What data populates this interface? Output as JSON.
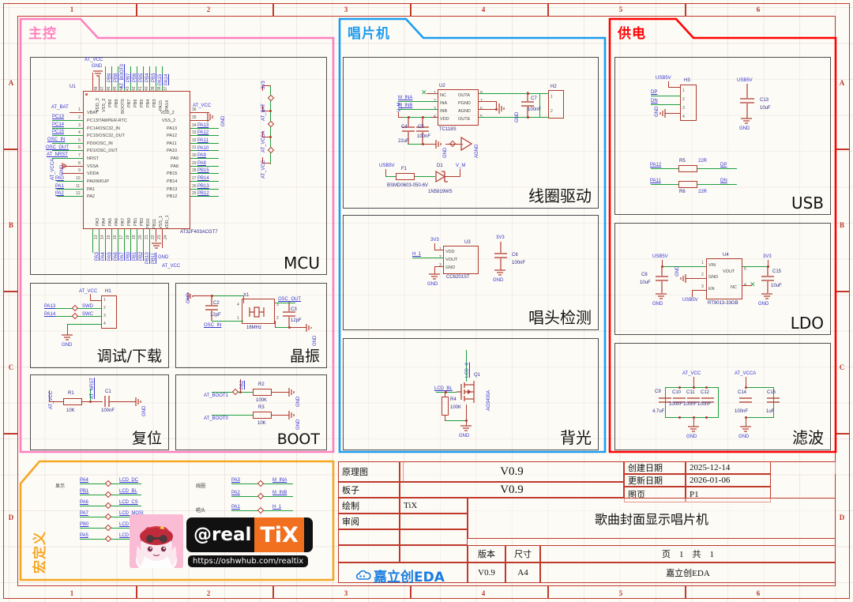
{
  "sheet": {
    "background": "#fdfbf6",
    "border_color": "#c0392b",
    "col_labels": [
      "1",
      "2",
      "3",
      "4",
      "5",
      "6"
    ],
    "row_labels": [
      "A",
      "B",
      "C",
      "D"
    ]
  },
  "groups": [
    {
      "name": "mcu-group",
      "label": "主控",
      "color": "#ff7fbf"
    },
    {
      "name": "player-group",
      "label": "唱片机",
      "color": "#1d9bf0"
    },
    {
      "name": "power-group",
      "label": "供电",
      "color": "#ff0000"
    },
    {
      "name": "macro-group",
      "label": "宏定义",
      "color": "#f5a623"
    }
  ],
  "blocks": {
    "mcu": {
      "title": "MCU"
    },
    "debug": {
      "title": "调试/下载"
    },
    "crystal": {
      "title": "晶振"
    },
    "reset": {
      "title": "复位"
    },
    "boot": {
      "title": "BOOT"
    },
    "coil": {
      "title": "线圈驱动"
    },
    "pickup": {
      "title": "唱头检测"
    },
    "backlight": {
      "title": "背光"
    },
    "usb": {
      "title": "USB"
    },
    "ldo": {
      "title": "LDO"
    },
    "filter": {
      "title": "滤波"
    }
  },
  "mcu": {
    "designator": "U1",
    "part": "AT32F403ACGT7",
    "left_pins": [
      {
        "num": "1",
        "name": "VBAT",
        "net": "AT_BAT"
      },
      {
        "num": "2",
        "name": "PC13/TAMPER-RTC",
        "net": "PC13"
      },
      {
        "num": "3",
        "name": "PC14/OSC32_IN",
        "net": "PC14"
      },
      {
        "num": "4",
        "name": "PC15/OSC32_OUT",
        "net": "PC15"
      },
      {
        "num": "5",
        "name": "PD0/OSC_IN",
        "net": "OSC_IN"
      },
      {
        "num": "6",
        "name": "PD1/OSC_OUT",
        "net": "OSC_OUT"
      },
      {
        "num": "7",
        "name": "NRST",
        "net": "AT_NRST"
      },
      {
        "num": "8",
        "name": "VSSA",
        "net": "GND"
      },
      {
        "num": "9",
        "name": "VDDA",
        "net": "AT_VCCA"
      },
      {
        "num": "10",
        "name": "PA0/WKUP",
        "net": "PA0"
      },
      {
        "num": "11",
        "name": "PA1",
        "net": "PA1"
      },
      {
        "num": "12",
        "name": "PA2",
        "net": "PA2"
      }
    ],
    "right_pins": [
      {
        "num": "36",
        "name": "VDD_2",
        "net": "AT_VCC"
      },
      {
        "num": "35",
        "name": "VSS_2",
        "net": "GND"
      },
      {
        "num": "34",
        "name": "PA13",
        "net": "PA13"
      },
      {
        "num": "33",
        "name": "PA12",
        "net": "PA12"
      },
      {
        "num": "32",
        "name": "PA11",
        "net": "PA11"
      },
      {
        "num": "31",
        "name": "PA10",
        "net": "PA10"
      },
      {
        "num": "30",
        "name": "PA9",
        "net": "PA9"
      },
      {
        "num": "29",
        "name": "PA8",
        "net": "PA8"
      },
      {
        "num": "28",
        "name": "PB15",
        "net": "PB15"
      },
      {
        "num": "27",
        "name": "PB14",
        "net": "PB14"
      },
      {
        "num": "26",
        "name": "PB13",
        "net": "PB13"
      },
      {
        "num": "25",
        "name": "PB12",
        "net": "PB12"
      }
    ],
    "top_pins": [
      {
        "num": "48",
        "name": "VDD_3",
        "net": "AT_VCC"
      },
      {
        "num": "47",
        "name": "VSS_3",
        "net": "GND"
      },
      {
        "num": "46",
        "name": "PB9",
        "net": "PB9"
      },
      {
        "num": "45",
        "name": "PB8",
        "net": "PB8"
      },
      {
        "num": "44",
        "name": "BOOT0",
        "net": "AT_BOOT0"
      },
      {
        "num": "43",
        "name": "PB7",
        "net": "PB7"
      },
      {
        "num": "42",
        "name": "PB6",
        "net": "PB6"
      },
      {
        "num": "41",
        "name": "PB5",
        "net": "PB5"
      },
      {
        "num": "40",
        "name": "PB4",
        "net": "PB4"
      },
      {
        "num": "39",
        "name": "PB3",
        "net": "PB3"
      },
      {
        "num": "38",
        "name": "PA15",
        "net": "PA15"
      },
      {
        "num": "37",
        "name": "PA14",
        "net": "PA14"
      }
    ],
    "bottom_pins": [
      {
        "num": "13",
        "name": "PA3",
        "net": "PA3"
      },
      {
        "num": "14",
        "name": "PA4",
        "net": "PA4"
      },
      {
        "num": "15",
        "name": "PA5",
        "net": "PA5"
      },
      {
        "num": "16",
        "name": "PA6",
        "net": "PA6"
      },
      {
        "num": "17",
        "name": "PA7",
        "net": "PA7"
      },
      {
        "num": "18",
        "name": "PB0",
        "net": "PB0"
      },
      {
        "num": "19",
        "name": "PB1",
        "net": "PB1"
      },
      {
        "num": "20",
        "name": "PB2",
        "net": "PB2"
      },
      {
        "num": "21",
        "name": "PB10",
        "net": "PB10"
      },
      {
        "num": "22",
        "name": "PB11",
        "net": "PB11"
      },
      {
        "num": "23",
        "name": "VSS_1",
        "net": "GND"
      },
      {
        "num": "24",
        "name": "VDD_1",
        "net": "AT_VCC"
      }
    ],
    "power_rail": [
      "3V3",
      "AT_BAT",
      "AT_VCCA",
      "AT_VCC"
    ]
  },
  "debug": {
    "connector": "H1",
    "power": "AT_VCC",
    "rows": [
      {
        "net": "PA13",
        "signal": "SWD",
        "pin": "2"
      },
      {
        "net": "PA14",
        "signal": "SWC",
        "pin": "3"
      }
    ],
    "gnd": "GND",
    "pins": [
      "1",
      "2",
      "3",
      "4"
    ]
  },
  "crystal": {
    "designator": "X1",
    "freq": "16MHz",
    "caps": [
      {
        "ref": "C2",
        "value": "12pF"
      },
      {
        "ref": "C3",
        "value": "12pF"
      }
    ],
    "nets": [
      "OSC_IN",
      "OSC_OUT",
      "GND"
    ]
  },
  "reset": {
    "resistor": {
      "ref": "R1",
      "value": "10K"
    },
    "cap": {
      "ref": "C1",
      "value": "100nF"
    },
    "nets": [
      "AT_VCC",
      "AT_NRST",
      "GND"
    ]
  },
  "boot": {
    "rows": [
      {
        "net": "AT_BOOT1",
        "ref": "R2",
        "value": "100K",
        "gnd": "GND",
        "tap": "PB2"
      },
      {
        "net": "AT_BOOT0",
        "ref": "R3",
        "value": "10K",
        "gnd": "GND"
      }
    ]
  },
  "coil": {
    "ic": {
      "designator": "U2",
      "part": "TC118S",
      "left_pins": [
        {
          "num": "1",
          "name": "NC"
        },
        {
          "num": "2",
          "name": "INA"
        },
        {
          "num": "3",
          "name": "INB"
        },
        {
          "num": "4",
          "name": "VDD"
        }
      ],
      "right_pins": [
        {
          "num": "8",
          "name": "OUTA"
        },
        {
          "num": "7",
          "name": "PGND"
        },
        {
          "num": "6",
          "name": "AGND"
        },
        {
          "num": "5",
          "name": "OUTE"
        }
      ]
    },
    "input_nets": [
      "M_INA",
      "M_INB"
    ],
    "supply_net": "V_M",
    "caps": [
      {
        "ref": "C4",
        "value": "22uF"
      },
      {
        "ref": "C5",
        "value": "100nF"
      },
      {
        "ref": "C7",
        "value": "100nF"
      }
    ],
    "connector": {
      "ref": "H2",
      "pins": [
        "1",
        "2"
      ]
    },
    "gnd_sym": "GND",
    "agnd_sym": "AGND",
    "protection": {
      "fuse": {
        "ref": "F1",
        "part": "BSMD0603-050-6V"
      },
      "diode": {
        "ref": "D1",
        "part": "1N5819WS"
      },
      "in_net": "USB5V",
      "out_net": "V_M"
    }
  },
  "pickup": {
    "ic": {
      "designator": "U3",
      "part": "CC6201ST",
      "pins": [
        {
          "num": "1",
          "name": "VDD"
        },
        {
          "num": "2",
          "name": "VOUT"
        },
        {
          "num": "3",
          "name": "GND"
        }
      ]
    },
    "vcc": "3V3",
    "out_net": "H_1",
    "cap": {
      "ref": "C6",
      "value": "100nF"
    },
    "gnd": "GND"
  },
  "backlight": {
    "mosfet": {
      "ref": "Q1",
      "part": "AO3400A"
    },
    "resistor": {
      "ref": "R4",
      "value": "100K"
    },
    "nets": [
      "LCD_K",
      "LCD_BL",
      "GND"
    ]
  },
  "usb": {
    "connector": {
      "ref": "H3",
      "pins": [
        "1",
        "2",
        "3",
        "4"
      ],
      "nets": [
        "USB5V",
        "DP",
        "DN",
        "GND"
      ]
    },
    "cap": {
      "ref": "C13",
      "value": "10uF",
      "net": "USB5V",
      "gnd": "GND"
    },
    "series": [
      {
        "in": "PA12",
        "ref": "R5",
        "value": "22R",
        "out": "DP"
      },
      {
        "in": "PA11",
        "ref": "R6",
        "value": "22R",
        "out": "DN"
      }
    ]
  },
  "ldo": {
    "ic": {
      "designator": "U4",
      "part": "RT9013-33GB",
      "left_pins": [
        {
          "num": "1",
          "name": "VIN"
        },
        {
          "num": "2",
          "name": "GND"
        },
        {
          "num": "3",
          "name": "EN"
        }
      ],
      "right_pins": [
        {
          "num": "5",
          "name": "VOUT"
        },
        {
          "num": "4",
          "name": "NC"
        }
      ]
    },
    "in_net": "USB5V",
    "en_net": "USB5V",
    "out_net": "3V3",
    "caps": [
      {
        "ref": "C8",
        "value": "10uF"
      },
      {
        "ref": "C15",
        "value": "10uF"
      }
    ],
    "gnd": "GND"
  },
  "filter": {
    "rail_a": {
      "net": "AT_VCC",
      "gnd": "GND",
      "caps": [
        {
          "ref": "C9",
          "value": "4.7uF"
        },
        {
          "ref": "C10",
          "value": "100nF"
        },
        {
          "ref": "C11",
          "value": "100nF"
        },
        {
          "ref": "C12",
          "value": "100nF"
        }
      ]
    },
    "rail_b": {
      "net": "AT_VCCA",
      "gnd": "GND",
      "caps": [
        {
          "ref": "C14",
          "value": "100nF"
        },
        {
          "ref": "C16",
          "value": "1uF"
        }
      ]
    }
  },
  "macros": {
    "group_labels": [
      {
        "name": "display",
        "label": "显示"
      },
      {
        "name": "coil",
        "label": "线圈"
      },
      {
        "name": "pickup",
        "label": "唱头"
      }
    ],
    "display_nets": [
      {
        "mcu": "PA4",
        "alias": "LCD_DC"
      },
      {
        "mcu": "PB1",
        "alias": "LCD_BL"
      },
      {
        "mcu": "PA6",
        "alias": "LCD_CS"
      },
      {
        "mcu": "PA7",
        "alias": "LCD_MOSI"
      },
      {
        "mcu": "PB0",
        "alias": "LCD_RST"
      },
      {
        "mcu": "PA5",
        "alias": "LCD_SCK"
      }
    ],
    "coil_nets": [
      {
        "mcu": "PA3",
        "alias": "M_INA"
      },
      {
        "mcu": "PA2",
        "alias": "M_INB"
      }
    ],
    "pickup_nets": [
      {
        "mcu": "PA1",
        "alias": "H_1"
      }
    ]
  },
  "branding": {
    "handle": "@real",
    "handle_accent": "TiX",
    "url": "https://oshwhub.com/realtix",
    "eda_logo": "嘉立创EDA"
  },
  "title_block": {
    "schematic_label": "原理图",
    "schematic_version": "V0.9",
    "board_label": "板子",
    "board_version": "V0.9",
    "drawn_label": "绘制",
    "drawn_by": "TiX",
    "review_label": "审阅",
    "review_by": "",
    "created_label": "创建日期",
    "created_date": "2025-12-14",
    "updated_label": "更新日期",
    "updated_date": "2026-01-06",
    "page_label": "图页",
    "page_value": "P1",
    "version_label": "版本",
    "version_value": "V0.9",
    "size_label": "尺寸",
    "size_value": "A4",
    "project_title": "歌曲封面显示唱片机",
    "page_of": "页　1　共　1",
    "company": "嘉立创EDA"
  }
}
